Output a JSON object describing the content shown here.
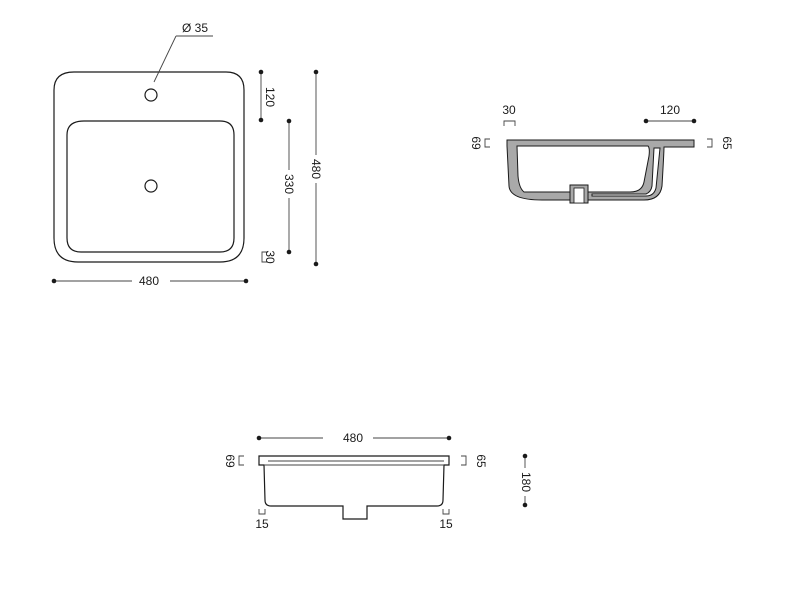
{
  "top_view": {
    "hole_diameter": "Ø 35",
    "width": "480",
    "depth": "480",
    "tap_offset": "120",
    "basin_depth": "330",
    "front_rim": "30"
  },
  "side_view": {
    "rim_width": "30",
    "tap_deck": "120",
    "left_height": "69",
    "right_height": "65"
  },
  "front_view": {
    "width": "480",
    "left_height": "69",
    "right_height": "65",
    "total_height": "180",
    "left_wall": "15",
    "right_wall": "15"
  }
}
